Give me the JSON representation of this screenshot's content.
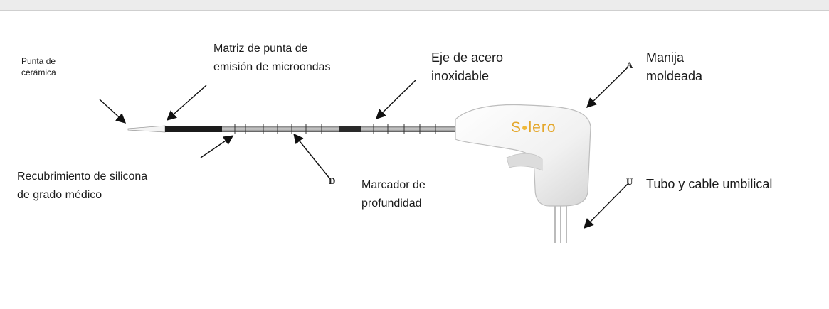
{
  "labels": {
    "ceramic_tip": [
      "Punta de",
      "cerámica"
    ],
    "microwave_array": [
      "Matriz de punta de",
      "emisión de microondas"
    ],
    "steel_shaft": [
      "Eje de acero",
      "inoxidable"
    ],
    "molded_handle": [
      "Manija",
      "moldeada"
    ],
    "silicone_coating": [
      "Recubrimiento de silicona",
      "de grado médico"
    ],
    "depth_marker": [
      "Marcador de",
      "profundidad"
    ],
    "umbilical_tube": "Tubo y cable umbilical"
  },
  "brand": {
    "name_start": "S",
    "name_dot": "●",
    "name_end": "lero"
  },
  "marker_letters": {
    "handle": "A",
    "depth": "D",
    "umbilical": "U"
  }
}
